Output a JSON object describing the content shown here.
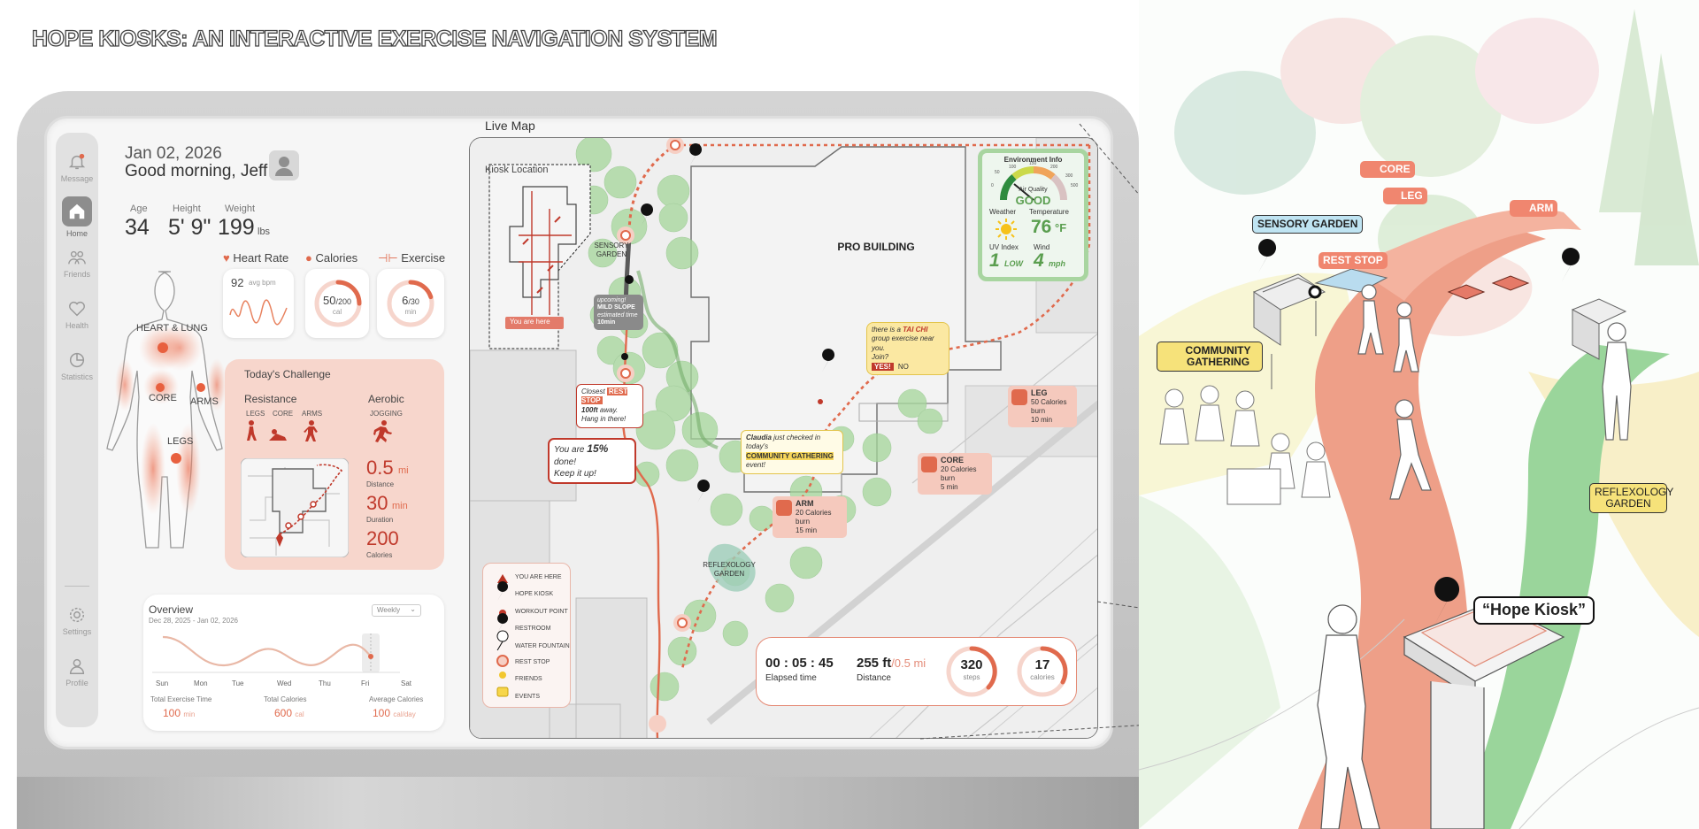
{
  "title": "HOPE KIOSKS: AN INTERACTIVE EXERCISE NAVIGATION SYSTEM",
  "nav": {
    "message": "Message",
    "home": "Home",
    "friends": "Friends",
    "health": "Health",
    "statistics": "Statistics",
    "settings": "Settings",
    "profile": "Profile"
  },
  "profile": {
    "date": "Jan 02, 2026",
    "greeting": "Good morning, Jeff",
    "age_label": "Age",
    "age": "34",
    "height_label": "Height",
    "height": "5' 9\"",
    "weight_label": "Weight",
    "weight": "199",
    "weight_unit": "lbs"
  },
  "body": {
    "heart_lung": "HEART & LUNG",
    "core": "CORE",
    "arms": "ARMS",
    "legs": "LEGS"
  },
  "metrics": {
    "heart_rate_label": "Heart Rate",
    "calories_label": "Calories",
    "exercise_label": "Exercise",
    "bpm_value": "92",
    "bpm_unit": "avg bpm",
    "cal_value": "50",
    "cal_total": "/200",
    "cal_unit": "cal",
    "cal_progress": 0.25,
    "ex_value": "6",
    "ex_total": "/30",
    "ex_unit": "min",
    "ex_progress": 0.2
  },
  "challenge": {
    "title": "Today's Challenge",
    "resistance": "Resistance",
    "aerobic": "Aerobic",
    "legs": "LEGS",
    "core": "CORE",
    "arms": "ARMS",
    "jogging": "JOGGING",
    "distance_value": "0.5",
    "distance_unit": "mi",
    "distance_label": "Distance",
    "duration_value": "30",
    "duration_unit": "min",
    "duration_label": "Duration",
    "calories_value": "200",
    "calories_label": "Calories"
  },
  "overview": {
    "title": "Overview",
    "range": "Dec 28, 2025 - Jan 02, 2026",
    "period": "Weekly",
    "days": [
      "Sun",
      "Mon",
      "Tue",
      "Wed",
      "Thu",
      "Fri",
      "Sat"
    ],
    "total_exercise_label": "Total Exercise Time",
    "total_exercise_value": "100",
    "total_exercise_unit": "min",
    "total_calories_label": "Total Calories",
    "total_calories_value": "600",
    "total_calories_unit": "cal",
    "avg_calories_label": "Average Calories",
    "avg_calories_value": "100",
    "avg_calories_unit": "cal/day"
  },
  "map": {
    "title": "Live Map",
    "kiosk_location": "Kiosk Location",
    "you_are_here": "You are here",
    "building": "PRO BUILDING",
    "sensory_garden": "SENSORY GARDEN",
    "reflexology_garden": "REFLEXOLOGY GARDEN",
    "mild_slope": {
      "upcoming": "upcoming!",
      "title": "MILD SLOPE",
      "est": "estimated time",
      "time": "10min"
    },
    "rest_stop_bubble": {
      "prefix": "Closest",
      "tag": "REST STOP",
      "distance": "100ft",
      "suffix": "away.",
      "line2": "Hang in there!"
    },
    "progress_bubble": {
      "prefix": "You are",
      "percent": "15%",
      "suffix": "done!",
      "line2": "Keep it up!"
    },
    "taichi_bubble": {
      "line1_pre": "there is a",
      "line1_hl": "TAI CHI",
      "line2": "group exercise near you.",
      "line3": "Join?",
      "yes": "YES!",
      "no": "NO"
    },
    "claudia_bubble": {
      "name": "Claudia",
      "line1": "just checked in today's",
      "event": "COMMUNITY GATHERING",
      "line3": "event!"
    },
    "leg": {
      "title": "LEG",
      "cal": "50 Calories burn",
      "time": "10 min"
    },
    "core": {
      "title": "CORE",
      "cal": "20 Calories burn",
      "time": "5 min"
    },
    "arm": {
      "title": "ARM",
      "cal": "20 Calories burn",
      "time": "15 min"
    },
    "legend": [
      "YOU ARE HERE",
      "HOPE KIOSK",
      "WORKOUT POINT",
      "RESTROOM",
      "WATER FOUNTAIN",
      "REST STOP",
      "FRIENDS",
      "EVENTS"
    ],
    "elapsed": {
      "time": "00 : 05 : 45",
      "time_label": "Elapsed time",
      "distance": "255 ft",
      "distance_total": "/0.5 mi",
      "distance_label": "Distance",
      "steps": "320",
      "steps_label": "steps",
      "calories": "17",
      "calories_label": "calories"
    },
    "env": {
      "title": "Environment Info",
      "aq_label": "Air Quality",
      "aq_value": "GOOD",
      "gauge_ticks": [
        "0",
        "50",
        "100",
        "150",
        "200",
        "300",
        "500"
      ],
      "weather_label": "Weather",
      "temp_label": "Temperature",
      "temp_value": "76",
      "temp_unit": "°F",
      "uv_label": "UV Index",
      "uv_value": "1",
      "uv_level": "LOW",
      "wind_label": "Wind",
      "wind_value": "4",
      "wind_unit": "mph"
    }
  },
  "scene": {
    "sensory_garden": "SENSORY GARDEN",
    "core": "CORE",
    "leg": "LEG",
    "arm": "ARM",
    "rest_stop": "REST STOP",
    "community_gathering": "COMMUNITY GATHERING",
    "reflexology_garden": "REFLEXOLOGY GARDEN",
    "hope_kiosk": "“Hope Kiosk”"
  },
  "colors": {
    "accent": "#e06a4d",
    "accent_dark": "#c0392b",
    "challenge_bg": "#f7d6cc",
    "map_green": "#9ccf92",
    "env_green": "#5a9e4f"
  }
}
